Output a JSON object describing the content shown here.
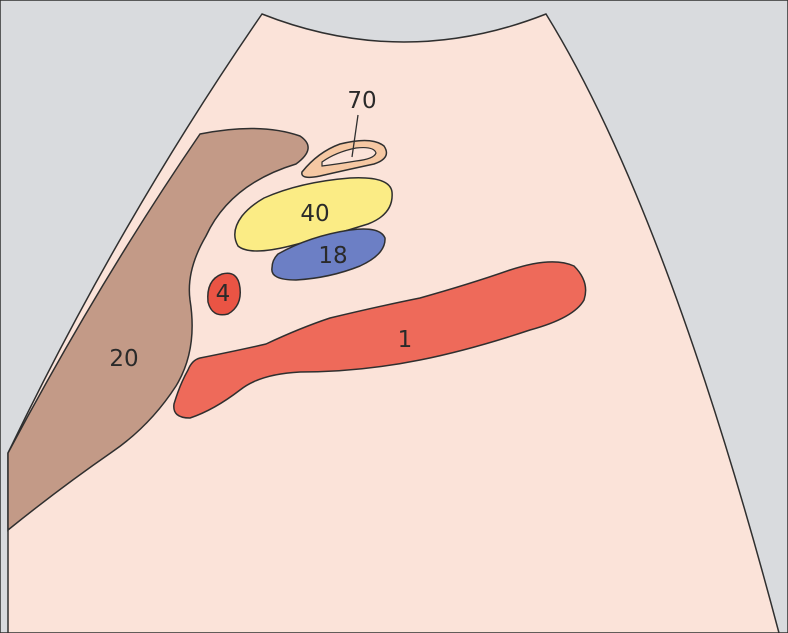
{
  "labels": {
    "structure_70": "70",
    "structure_40": "40",
    "structure_18": "18",
    "structure_4": "4",
    "structure_1": "1",
    "structure_20": "20"
  },
  "colors": {
    "background": "#d9dbde",
    "field": "#fbe3d9",
    "region_20": "#c39a87",
    "region_70_outer": "#f6c8a3",
    "region_40": "#fbec85",
    "region_18": "#6c7fc5",
    "region_4": "#ea5444",
    "region_1": "#ee6a5a",
    "outline": "#2f2f2f"
  }
}
